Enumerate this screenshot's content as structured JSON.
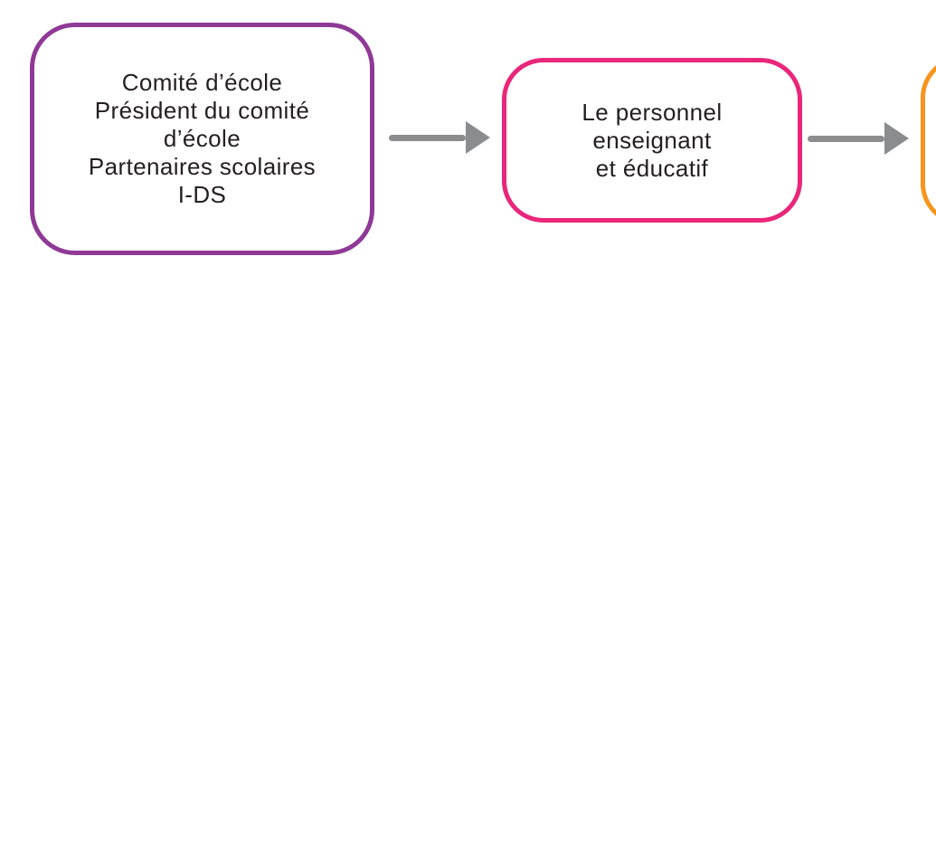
{
  "diagram": {
    "type": "flowchart",
    "background": "#ffffff",
    "colors": {
      "arrow": "#8a8c8e",
      "text": "#231f20",
      "node1_border": "#8f3996",
      "node2_border": "#e9267a",
      "node3_border": "#f7941e"
    },
    "nodes": [
      {
        "id": "comite-ecole",
        "text": "Comité d’école\nPrésident du comité\nd’école\nPartenaires scolaires\nI-DS",
        "border_color": "#8f3996"
      },
      {
        "id": "personnel-enseignant",
        "text": "Le personnel\nenseignant\net éducatif",
        "border_color": "#e9267a"
      },
      {
        "id": "node-cut-off-right",
        "text": "",
        "border_color": "#f7941e"
      }
    ],
    "connectors": [
      {
        "id": "arrow-1",
        "from": "comite-ecole",
        "to": "personnel-enseignant",
        "direction": "right"
      },
      {
        "id": "arrow-2",
        "from": "personnel-enseignant",
        "to": "node-cut-off-right",
        "direction": "right"
      }
    ]
  }
}
